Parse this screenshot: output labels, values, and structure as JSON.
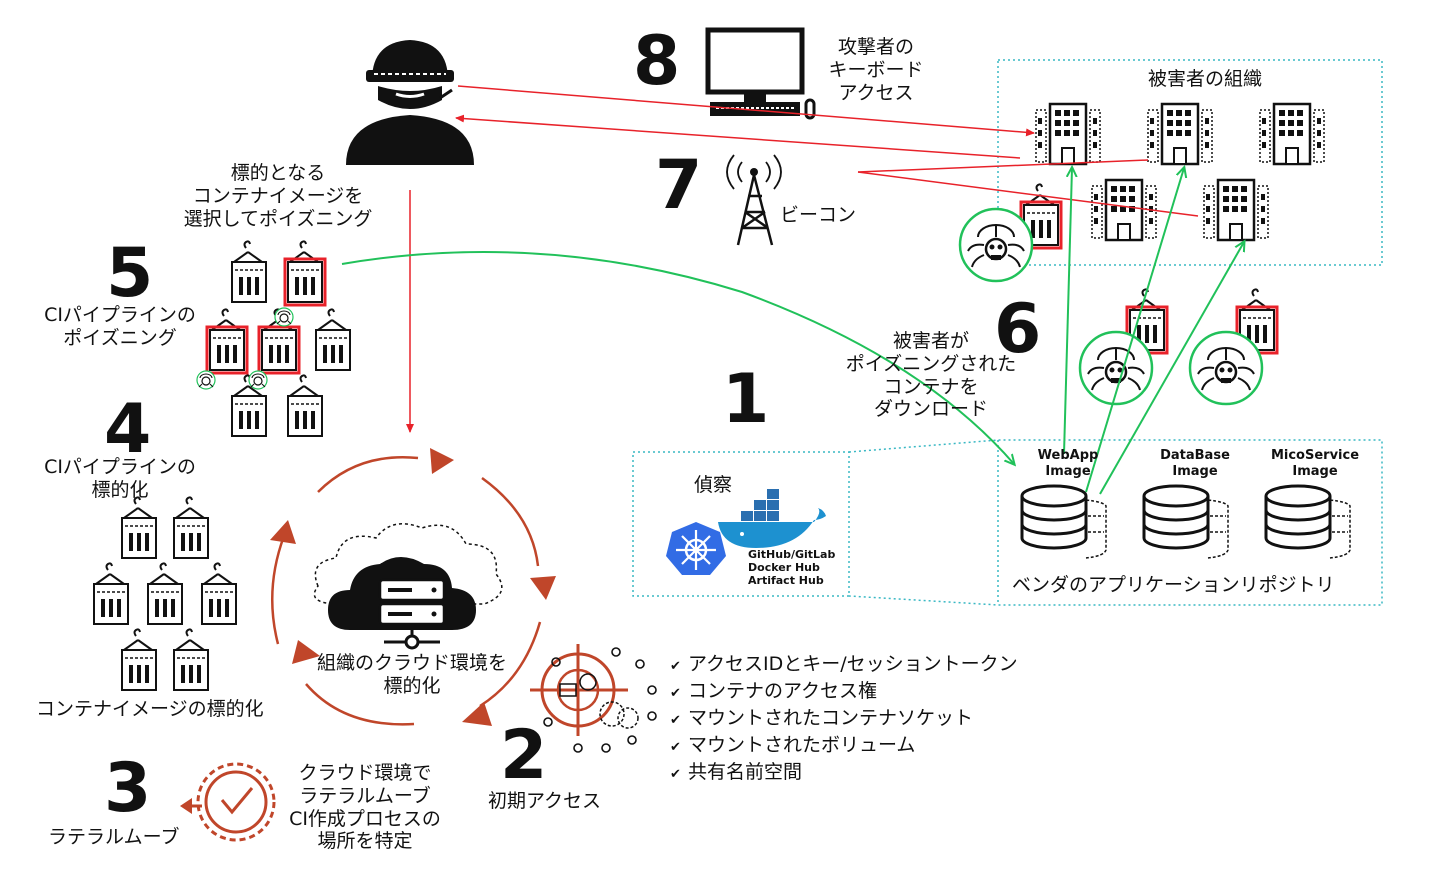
{
  "steps": {
    "s1": {
      "num": "1"
    },
    "s2": {
      "num": "2",
      "label": "初期アクセス"
    },
    "s3": {
      "num": "3",
      "label": "ラテラルムーブ",
      "note": [
        "クラウド環境で",
        "ラテラルムーブ",
        "CI作成プロセスの",
        "場所を特定"
      ]
    },
    "s4": {
      "num": "4",
      "label": [
        "CIパイプラインの",
        "標的化"
      ],
      "bottom": "コンテナイメージの標的化"
    },
    "s5": {
      "num": "5",
      "label": [
        "CIパイプラインの",
        "ポイズニング"
      ],
      "select": [
        "標的となる",
        "コンテナイメージを",
        "選択してポイズニング"
      ]
    },
    "s6": {
      "num": "6",
      "label": [
        "被害者が",
        "ポイズニングされた",
        "コンテナを",
        "ダウンロード"
      ]
    },
    "s7": {
      "num": "7",
      "label": "ビーコン"
    },
    "s8": {
      "num": "8",
      "label": [
        "攻撃者の",
        "キーボード",
        "アクセス"
      ]
    }
  },
  "victim_org": {
    "title": "被害者の組織"
  },
  "cloud": {
    "label": [
      "組織のクラウド環境を",
      "標的化"
    ]
  },
  "recon": {
    "title": "偵察",
    "sources": [
      "GitHub/GitLab",
      "Docker Hub",
      "Artifact Hub"
    ]
  },
  "repository": {
    "title": "ベンダのアプリケーションリポジトリ",
    "images": [
      {
        "name": "WebApp",
        "sub": "Image"
      },
      {
        "name": "DataBase",
        "sub": "Image"
      },
      {
        "name": "MicoService",
        "sub": "Image"
      }
    ]
  },
  "access_items": [
    "アクセスIDとキー/セッショントークン",
    "コンテナのアクセス権",
    "マウントされたコンテナソケット",
    "マウントされたボリューム",
    "共有名前空間"
  ],
  "colors": {
    "red": "#e8222a",
    "green": "#21c15a",
    "rust": "#c0462a",
    "teal": "#39b8c4",
    "dark": "#111111"
  }
}
